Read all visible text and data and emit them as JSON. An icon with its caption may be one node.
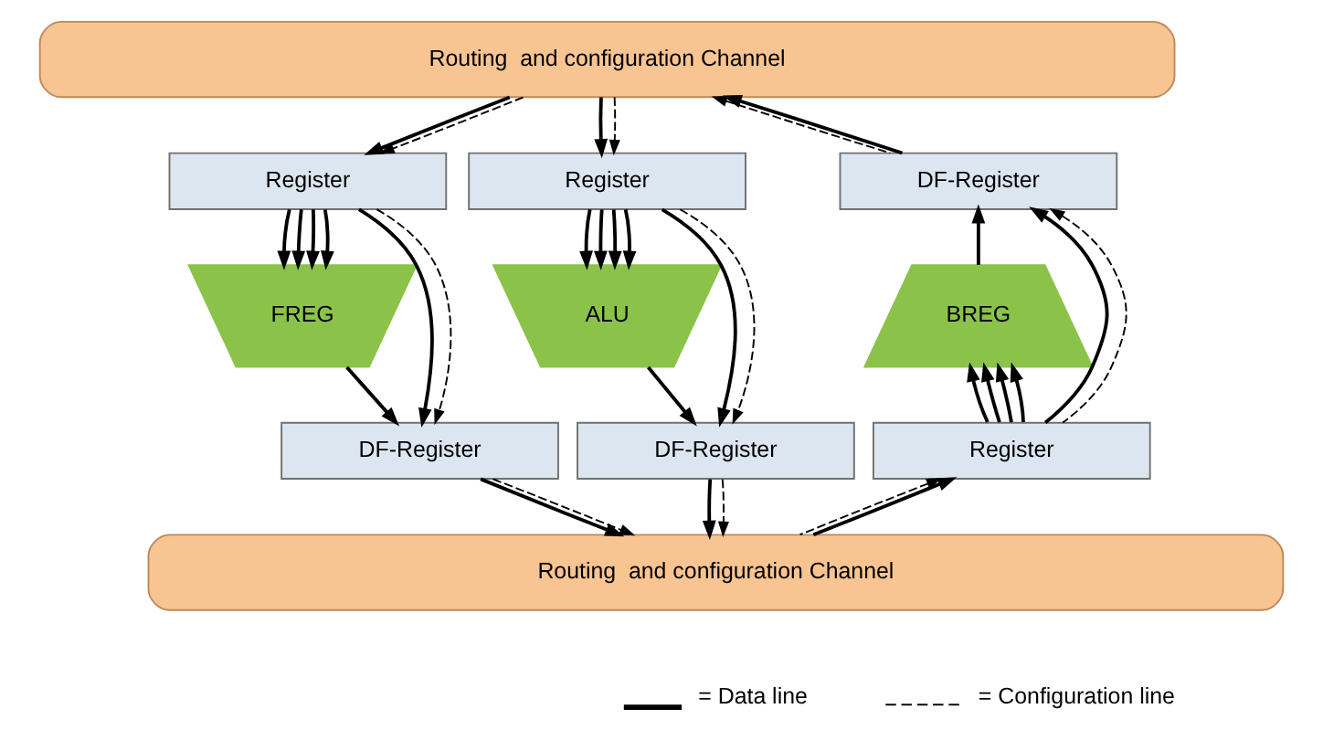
{
  "diagram": {
    "nodes": [
      {
        "text": [
          "Routing  and configuration Channel"
        ]
      },
      {
        "text": [
          "Register"
        ]
      },
      {
        "text": [
          "Register"
        ]
      },
      {
        "text": [
          "DF-Register"
        ]
      },
      {
        "text": [
          "FREG"
        ]
      },
      {
        "text": [
          "ALU"
        ]
      },
      {
        "text": [
          "BREG"
        ]
      },
      {
        "text": [
          "DF-Register"
        ]
      },
      {
        "text": [
          "DF-Register"
        ]
      },
      {
        "text": [
          "Register"
        ]
      },
      {
        "text": [
          "Routing  and configuration Channel"
        ]
      }
    ],
    "edges": [
      {
        "from": 0,
        "to": 1,
        "arrow": "to"
      },
      {
        "from": 0,
        "to": 1,
        "arrow": "to",
        "style": "dashed"
      },
      {
        "from": 1,
        "to": 4,
        "arrow": "to"
      },
      {
        "from": 1,
        "to": 4,
        "arrow": "to"
      },
      {
        "from": 1,
        "to": 4,
        "arrow": "to"
      },
      {
        "from": 1,
        "to": 4,
        "arrow": "to"
      },
      {
        "from": 1,
        "to": 7,
        "arrow": "to"
      },
      {
        "from": 1,
        "to": 7,
        "arrow": "to",
        "style": "dashed"
      },
      {
        "from": 4,
        "to": 7,
        "arrow": "to"
      },
      {
        "from": 7,
        "to": 10,
        "arrow": "to"
      },
      {
        "from": 7,
        "to": 10,
        "arrow": "to",
        "style": "dashed"
      },
      {
        "from": 0,
        "to": 2,
        "arrow": "to"
      },
      {
        "from": 0,
        "to": 2,
        "arrow": "to",
        "style": "dashed"
      },
      {
        "from": 2,
        "to": 5,
        "arrow": "to"
      },
      {
        "from": 2,
        "to": 5,
        "arrow": "to"
      },
      {
        "from": 2,
        "to": 5,
        "arrow": "to"
      },
      {
        "from": 2,
        "to": 5,
        "arrow": "to"
      },
      {
        "from": 2,
        "to": 8,
        "arrow": "to"
      },
      {
        "from": 2,
        "to": 8,
        "arrow": "to",
        "style": "dashed"
      },
      {
        "from": 5,
        "to": 8,
        "arrow": "to"
      },
      {
        "from": 8,
        "to": 10,
        "arrow": "to"
      },
      {
        "from": 8,
        "to": 10,
        "arrow": "to",
        "style": "dashed"
      },
      {
        "from": 3,
        "to": 0,
        "arrow": "to",
        "style": "dashed"
      },
      {
        "from": 3,
        "to": 0,
        "arrow": "to"
      },
      {
        "from": 6,
        "to": 3,
        "arrow": "to"
      },
      {
        "from": 9,
        "to": 3,
        "arrow": "to"
      },
      {
        "from": 9,
        "to": 3,
        "arrow": "to",
        "style": "dashed"
      },
      {
        "from": 9,
        "to": 6,
        "arrow": "to"
      },
      {
        "from": 9,
        "to": 6,
        "arrow": "to"
      },
      {
        "from": 9,
        "to": 6,
        "arrow": "to"
      },
      {
        "from": 9,
        "to": 6,
        "arrow": "to"
      },
      {
        "from": 10,
        "to": 9,
        "arrow": "to",
        "style": "dashed"
      },
      {
        "from": 10,
        "to": 9,
        "arrow": "to"
      }
    ],
    "legend": [
      {
        "text": "= Data line"
      },
      {
        "text": "= Configuration line"
      }
    ]
  }
}
